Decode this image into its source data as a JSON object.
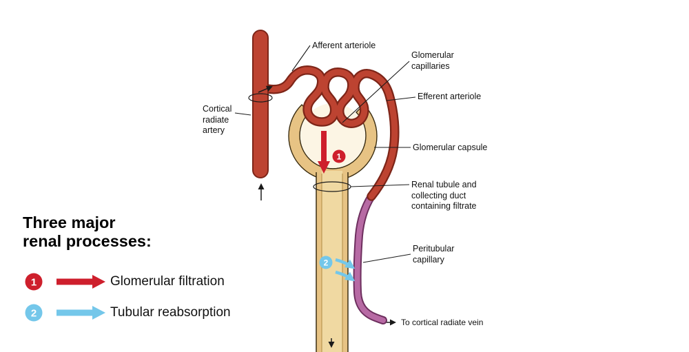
{
  "title": "Three major renal processes diagram (nephron)",
  "colors": {
    "artery_red": "#bd4331",
    "artery_red_dark": "#7d2518",
    "badge_red": "#ce1f2c",
    "tan_wall": "#e7c384",
    "tan_lumen": "#f0d9a2",
    "capsule_interior": "#fcf5e4",
    "capillary_purple": "#b76aa4",
    "capillary_purple_dark": "#6d2f5e",
    "process_blue": "#74c7ea",
    "line_black": "#1a1a1a"
  },
  "labels": {
    "afferent": "Afferent arteriole",
    "glomerular_capillaries": "Glomerular\ncapillaries",
    "efferent": "Efferent arteriole",
    "cortical_artery": "Cortical\nradiate\nartery",
    "glomerular_capsule": "Glomerular capsule",
    "renal_tubule": "Renal tubule and\ncollecting duct\ncontaining filtrate",
    "peritubular": "Peritubular\ncapillary",
    "vein": "To cortical radiate vein"
  },
  "legend": {
    "heading": "Three major\nrenal processes:",
    "items": [
      {
        "number": "1",
        "label": "Glomerular filtration",
        "color": "#ce1f2c"
      },
      {
        "number": "2",
        "label": "Tubular reabsorption",
        "color": "#74c7ea"
      }
    ]
  }
}
